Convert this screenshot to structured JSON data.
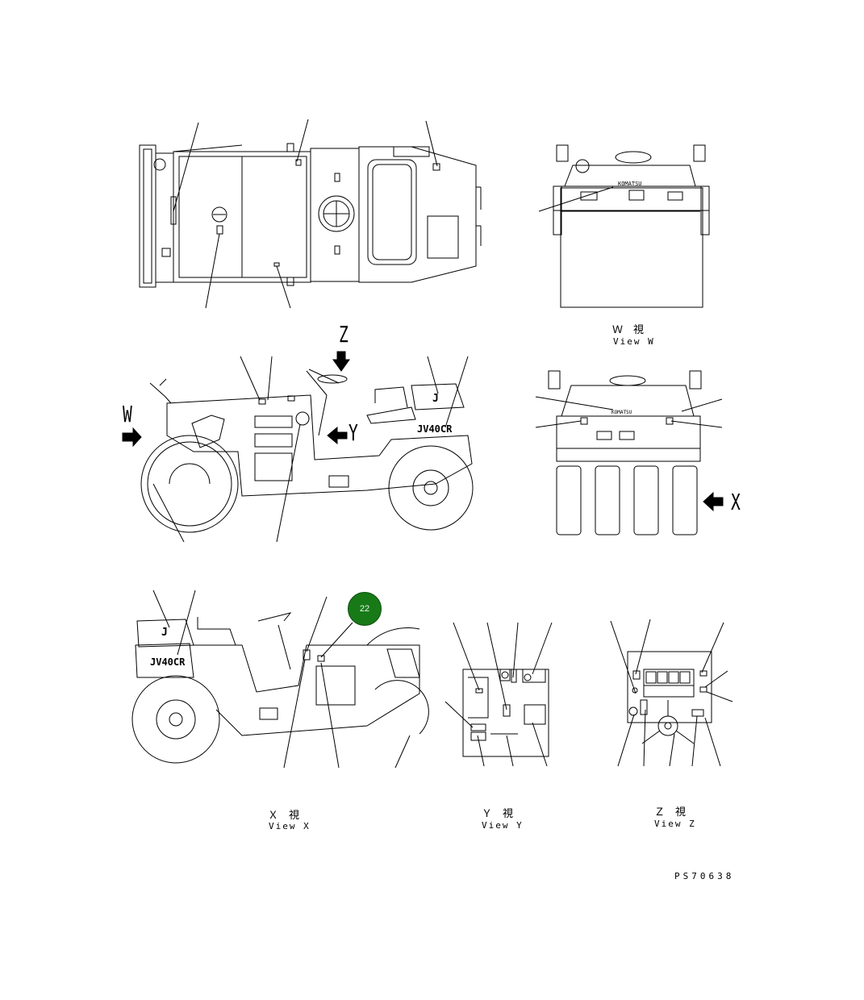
{
  "views": {
    "w": {
      "jp": "Ｗ　視",
      "en": "View W"
    },
    "x": {
      "jp": "Ｘ　視",
      "en": "View X"
    },
    "y": {
      "jp": "Ｙ　視",
      "en": "View Y"
    },
    "z": {
      "jp": "Ｚ　視",
      "en": "View Z"
    }
  },
  "arrow_labels": {
    "w": "W",
    "x": "X",
    "y": "Y",
    "z": "Z"
  },
  "model_badge": "JV40CR",
  "brand_text": "KOMATSU",
  "callout": {
    "number": "22",
    "color": "#177a17"
  },
  "drawing_code": "PS70638"
}
